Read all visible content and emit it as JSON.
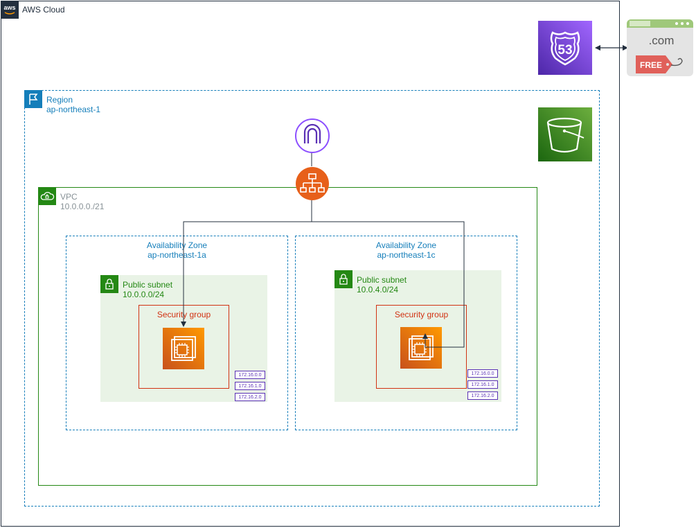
{
  "cloud": {
    "title": "AWS Cloud",
    "badge_text": "aws"
  },
  "region": {
    "title": "Region",
    "name": "ap-northeast-1"
  },
  "vpc": {
    "title": "VPC",
    "cidr": "10.0.0.0./21"
  },
  "route53": {
    "label": "53",
    "icon": "route53-icon"
  },
  "domain": {
    "tld": ".com",
    "tag": "FREE",
    "icon": "domain-registration-icon"
  },
  "s3": {
    "icon": "s3-bucket-icon"
  },
  "igw": {
    "icon": "internet-gateway-icon"
  },
  "alb": {
    "icon": "load-balancer-icon"
  },
  "az_left": {
    "title": "Availability Zone",
    "name": "ap-northeast-1a",
    "subnet": {
      "title": "Public subnet",
      "cidr": "10.0.0.0/24"
    },
    "sg": "Security group",
    "routes": [
      "172.16.0.0",
      "172.16.1.0",
      "172.16.2.0"
    ]
  },
  "az_right": {
    "title": "Availability Zone",
    "name": "ap-northeast-1c",
    "subnet": {
      "title": "Public subnet",
      "cidr": "10.0.4.0/24"
    },
    "sg": "Security group",
    "routes": [
      "172.16.0.0",
      "172.16.1.0",
      "172.16.2.0"
    ]
  },
  "colors": {
    "cloud_border": "#232f3e",
    "region": "#147eba",
    "vpc": "#248814",
    "subnet_bg": "#e9f3e6",
    "sg": "#d13212",
    "ec2": "#ed7100",
    "route53": "#5a30b5",
    "s3": "#3f8624",
    "igw": "#8c4fff",
    "alb": "#e7601a"
  }
}
